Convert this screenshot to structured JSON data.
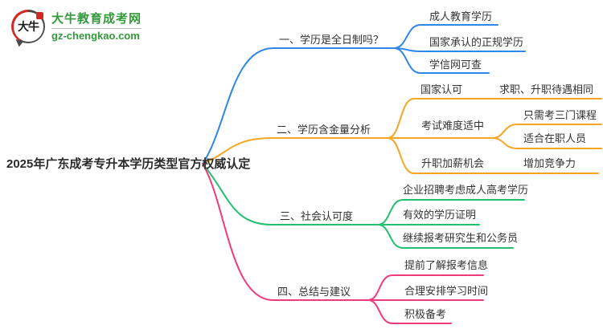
{
  "logo": {
    "badge_text": "大牛",
    "site_name": "大牛教育成考网",
    "site_domain": "gz-chengkao.com"
  },
  "central": {
    "label": "2025年广东成考专升本学历类型官方权威认定"
  },
  "palette": {
    "blue": "#2E86E8",
    "orange": "#F5A623",
    "green": "#22C16F",
    "pink": "#F23A7B",
    "logo_green": "#33993a",
    "text": "#333333"
  },
  "branches": [
    {
      "label": "一、学历是全日制吗？",
      "color": "#2E86E8",
      "children": [
        {
          "label": "成人教育学历"
        },
        {
          "label": "国家承认的正规学历"
        },
        {
          "label": "学信网可查"
        }
      ]
    },
    {
      "label": "二、学历含金量分析",
      "color": "#F5A623",
      "children": [
        {
          "label": "国家认可",
          "children": [
            {
              "label": "求职、升职待遇相同"
            }
          ]
        },
        {
          "label": "考试难度适中",
          "children": [
            {
              "label": "只需考三门课程"
            },
            {
              "label": "适合在职人员"
            }
          ]
        },
        {
          "label": "升职加薪机会",
          "children": [
            {
              "label": "增加竞争力"
            }
          ]
        }
      ]
    },
    {
      "label": "三、社会认可度",
      "color": "#22C16F",
      "children": [
        {
          "label": "企业招聘考虑成人高考学历"
        },
        {
          "label": "有效的学历证明"
        },
        {
          "label": "继续报考研究生和公务员"
        }
      ]
    },
    {
      "label": "四、总结与建议",
      "color": "#F23A7B",
      "children": [
        {
          "label": "提前了解报考信息"
        },
        {
          "label": "合理安排学习时间"
        },
        {
          "label": "积极备考"
        }
      ]
    }
  ]
}
